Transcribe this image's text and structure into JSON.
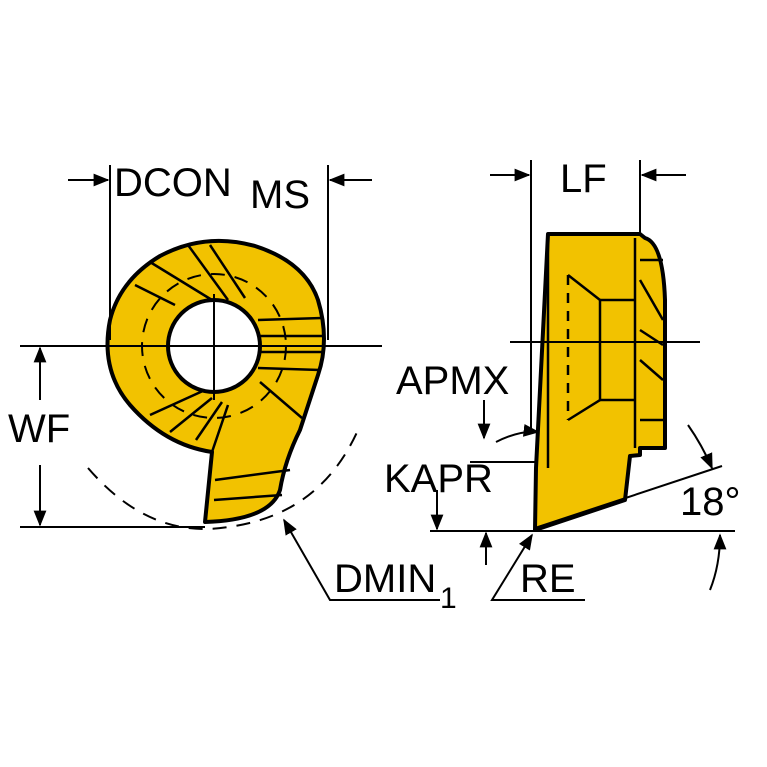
{
  "colors": {
    "insert_fill": "#f2c200",
    "outline": "#000000",
    "background": "#ffffff"
  },
  "labels": {
    "dcon": "DCON",
    "dcon_sub": "MS",
    "lf": "LF",
    "wf": "WF",
    "apmx": "APMX",
    "kapr": "KAPR",
    "angle": "18°",
    "dmin": "DMIN",
    "dmin_sub": "1",
    "re": "RE"
  }
}
